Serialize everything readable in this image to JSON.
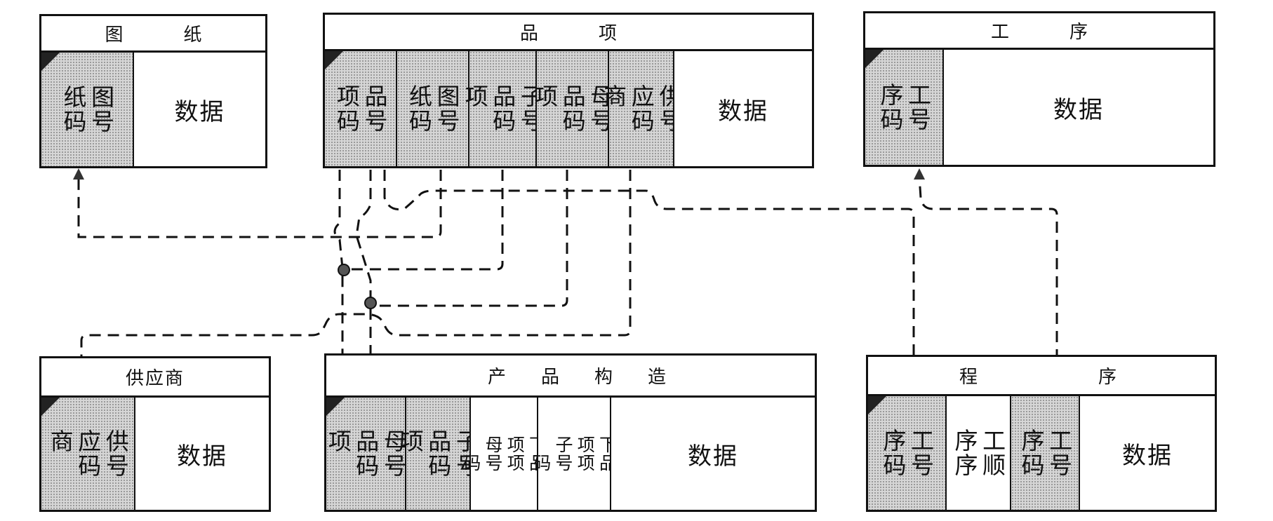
{
  "drawing": {
    "title": "图　纸",
    "key_field": "图号\n纸码",
    "data": "数据"
  },
  "item": {
    "title": "品　项",
    "fields": [
      "品号\n项码",
      "图号\n纸码",
      "子号\n品码\n项",
      "母号\n品码\n项",
      "供号\n应码\n商"
    ],
    "data": "数据"
  },
  "process": {
    "title": "工　序",
    "key_field": "工号\n序码",
    "data": "数据"
  },
  "supplier": {
    "title": "供应商",
    "key_field": "供号\n应码\n商",
    "data": "数据"
  },
  "structure": {
    "title": "产　品　构　造",
    "fields": [
      "母号\n品码\n项",
      "子号\n品码\n项"
    ],
    "white_fields": [
      "下品\n项项\n母号\n　码",
      "下品\n项项\n子号\n　码"
    ],
    "data": "数据"
  },
  "routing": {
    "title": "程　　序",
    "fields_key": [
      "工号\n序码"
    ],
    "field_white": "工顺\n序序",
    "field_key2": "工号\n序码",
    "data": "数据"
  }
}
